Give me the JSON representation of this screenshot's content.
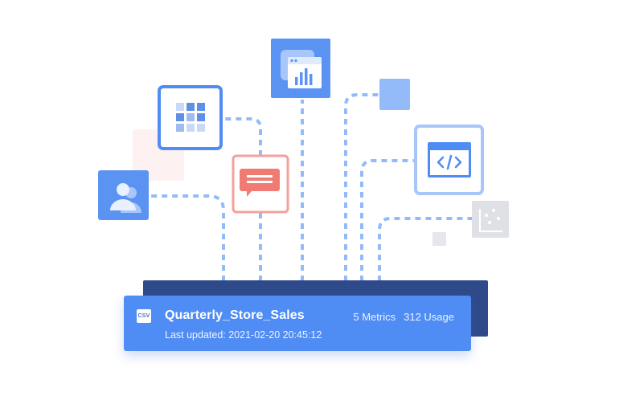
{
  "dataset_card": {
    "file_type_badge": "CSV",
    "title": "Quarterly_Store_Sales",
    "metrics": "5 Metrics",
    "usage": "312 Usage",
    "last_updated": "Last updated: 2021-02-20 20:45:12"
  },
  "colors": {
    "connector": "#93bbfa",
    "accent_blue": "#4f8cf3",
    "card_back": "#2f4a8a",
    "chat_red": "#f07b73",
    "grey": "#dde0e6"
  },
  "icons": [
    "grid-apps-icon",
    "dashboard-chart-icon",
    "chat-message-icon",
    "users-icon",
    "code-window-icon",
    "scatter-plot-icon",
    "blue-square-icon"
  ]
}
